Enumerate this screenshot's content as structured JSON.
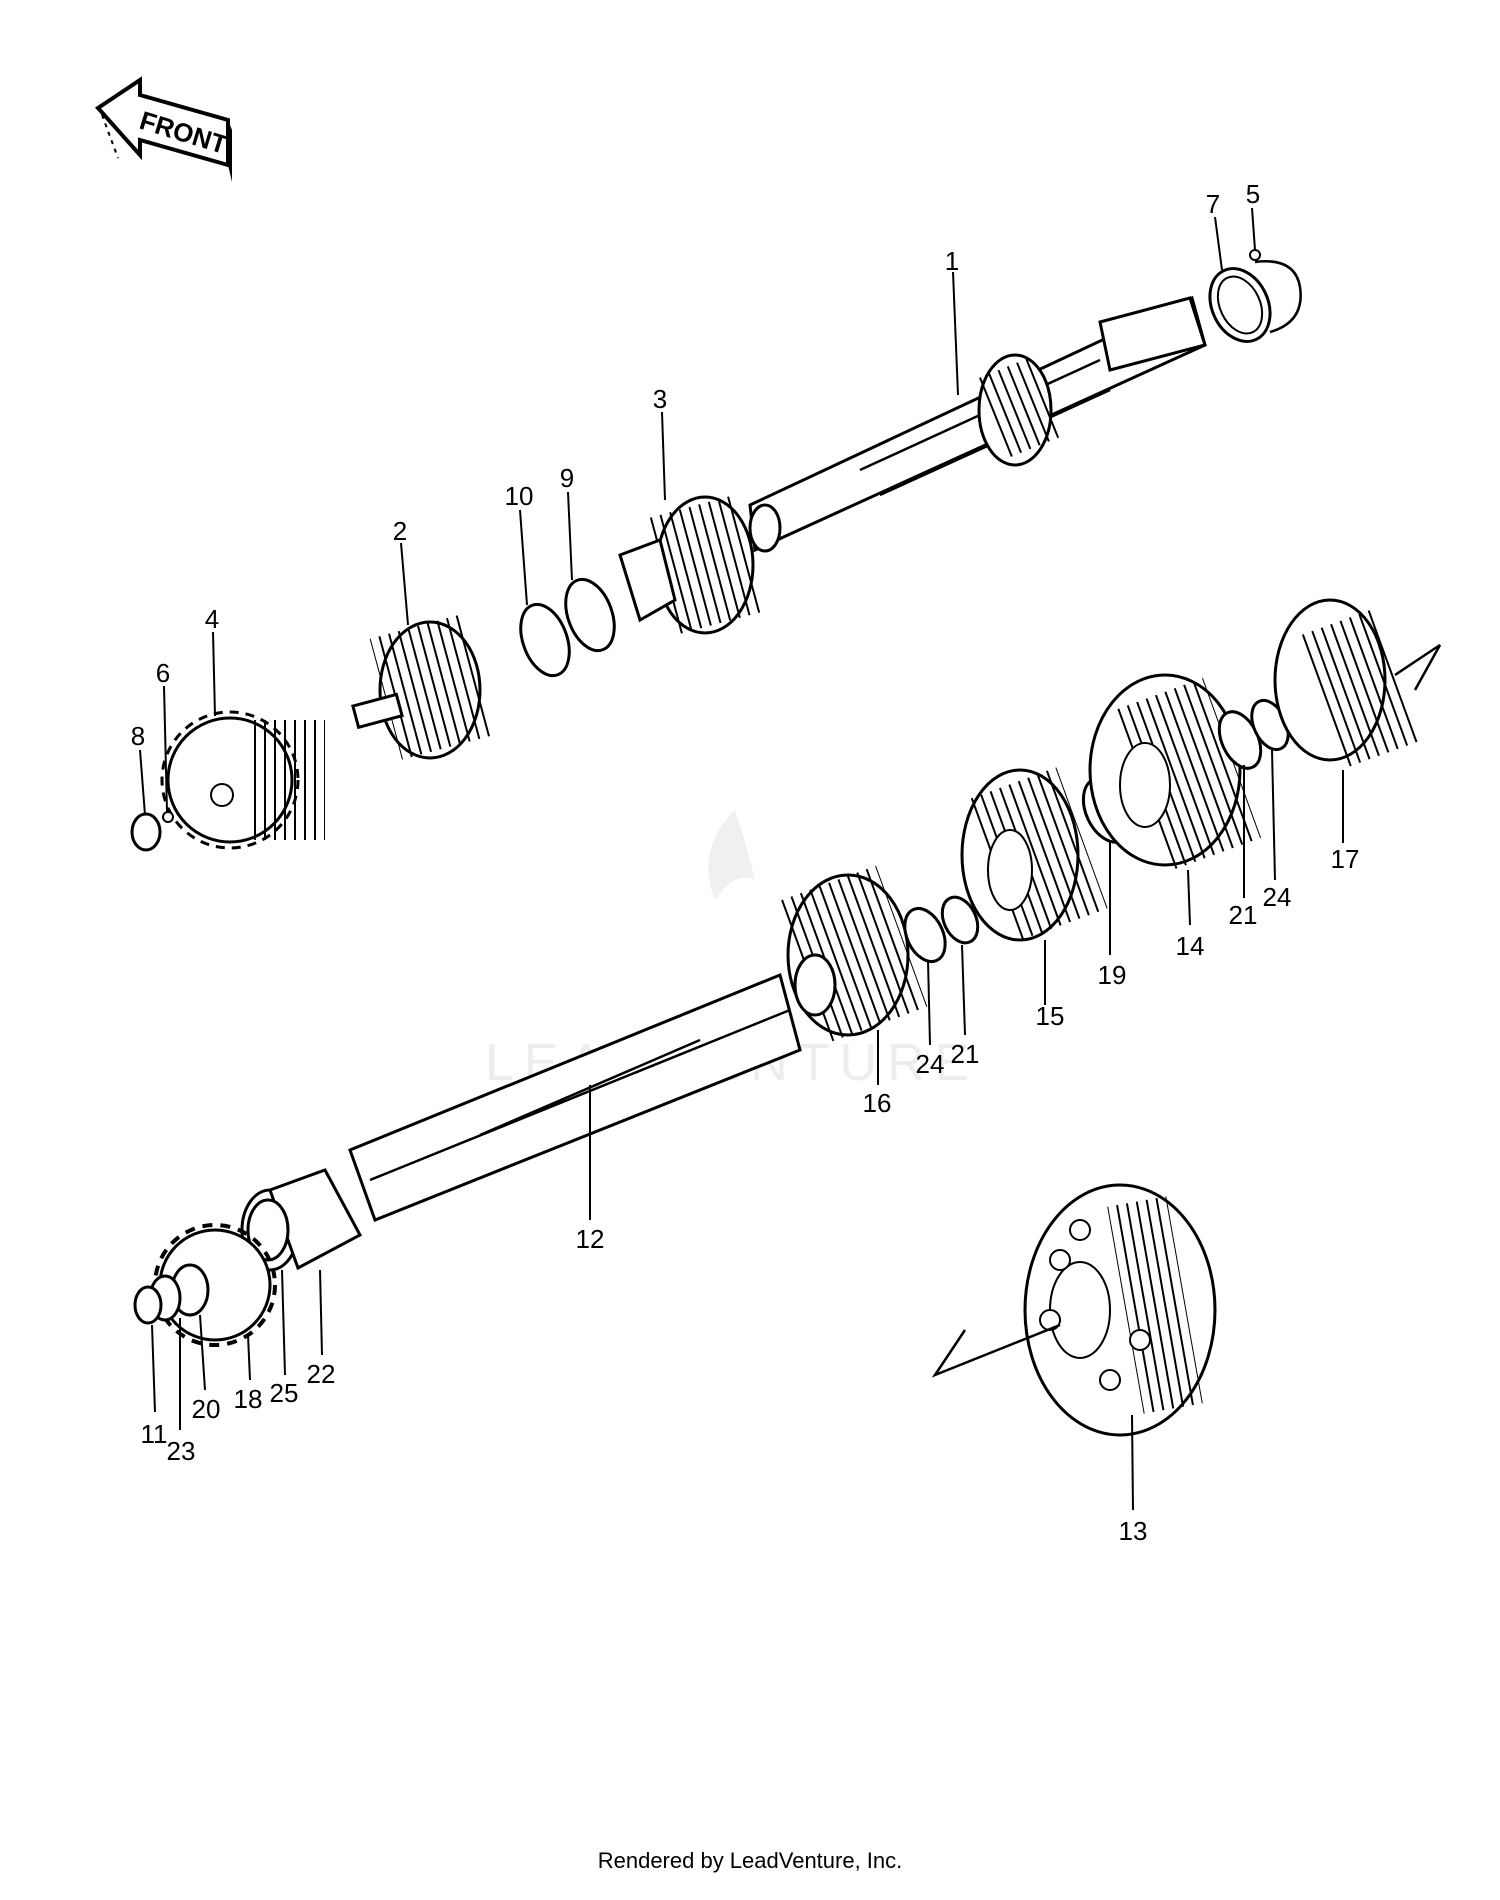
{
  "direction_label": "FRONT",
  "watermark_text": "LEADVENTURE",
  "footer_text": "Rendered by LeadVenture, Inc.",
  "callouts": [
    "1",
    "2",
    "3",
    "4",
    "5",
    "6",
    "7",
    "8",
    "9",
    "10",
    "11",
    "12",
    "13",
    "14",
    "15",
    "16",
    "17",
    "18",
    "19",
    "20",
    "21",
    "21",
    "22",
    "23",
    "24",
    "24",
    "25"
  ]
}
